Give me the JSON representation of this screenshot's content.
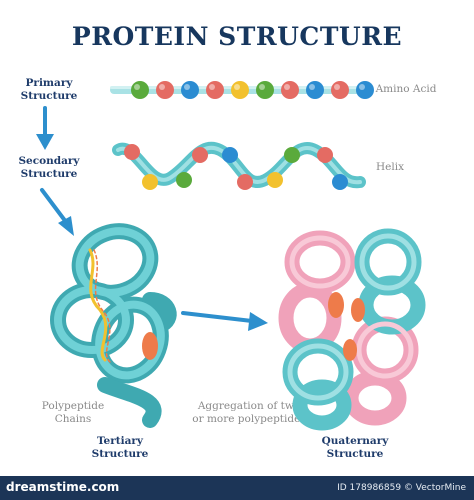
{
  "title": "PROTEIN STRUCTURE",
  "labels": {
    "primary": [
      "Primary",
      "Structure"
    ],
    "secondary": [
      "Secondary",
      "Structure"
    ],
    "tertiary": [
      "Tertiary",
      "Structure"
    ],
    "quaternary": [
      "Quaternary",
      "Structure"
    ],
    "amino_acid": "Amino Acid",
    "helix": "Helix",
    "polypeptide_chains": [
      "Polypeptide",
      "Chains"
    ],
    "aggregation": [
      "Aggregation of two",
      "or more polypeptides"
    ]
  },
  "footer": {
    "site": "dreamstime.com",
    "id_text": "ID 178986859 © VectorMine"
  },
  "colors": {
    "title": "#17375e",
    "teal": "#5cc3c9",
    "pink": "#ef9fb8",
    "arrow": "#2d8fcd",
    "orange": "#ee7b4a",
    "bead_green": "#5aaa3c",
    "bead_red": "#e46b63",
    "bead_blue": "#2b8cd2",
    "bead_yellow": "#f2c12e"
  },
  "beads": [
    "green",
    "red",
    "blue",
    "red",
    "yellow",
    "green",
    "red",
    "blue",
    "red",
    "blue"
  ]
}
